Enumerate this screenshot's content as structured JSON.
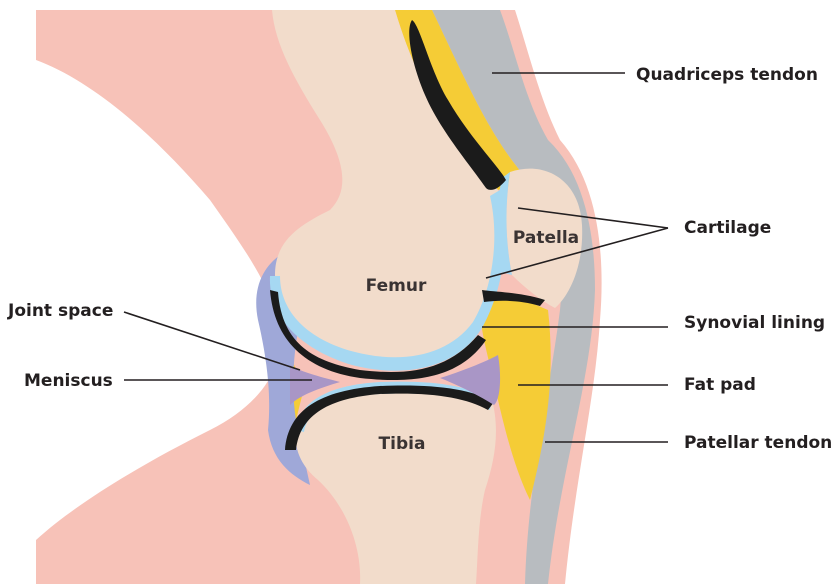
{
  "diagram": {
    "labels": {
      "quadriceps_tendon": "Quadriceps tendon",
      "cartilage": "Cartilage",
      "synovial_lining": "Synovial lining",
      "fat_pad": "Fat pad",
      "patellar_tendon": "Patellar tendon",
      "joint_space": "Joint space",
      "meniscus": "Meniscus"
    },
    "bones": {
      "femur": "Femur",
      "patella": "Patella",
      "tibia": "Tibia"
    },
    "colors": {
      "skin": "#f7c2b8",
      "bone": "#f2dccb",
      "cartilage": "#a6d8f2",
      "joint_space": "#1b1b1b",
      "meniscus": "#a996c6",
      "fat_pad": "#f5cc36",
      "tendon": "#b8bcc0"
    }
  }
}
